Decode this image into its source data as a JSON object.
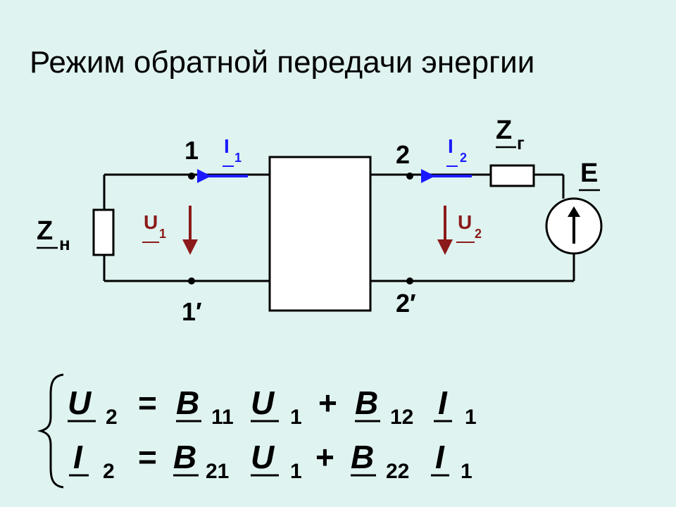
{
  "title": "Режим обратной передачи энергии",
  "colors": {
    "background": "#dff3f0",
    "wire": "#000000",
    "current_arrow": "#1a1aff",
    "voltage_arrow": "#8b1a1a"
  },
  "circuit": {
    "port1_top": "1",
    "port1_bottom": "1′",
    "port2_top": "2",
    "port2_bottom": "2′",
    "load_impedance": "Z",
    "load_impedance_sub": "н",
    "source_impedance": "Z",
    "source_impedance_sub": "г",
    "source_emf": "E",
    "current1": "I",
    "current1_sub": "1",
    "current2": "I",
    "current2_sub": "2",
    "voltage1": "U",
    "voltage1_sub": "1",
    "voltage2": "U",
    "voltage2_sub": "2"
  },
  "equations": {
    "row1": {
      "lhs": "U",
      "lhs_sub": "2",
      "eq": "=",
      "t1": "B",
      "t1_sub": "11",
      "t2": "U",
      "t2_sub": "1",
      "plus": "+",
      "t3": "B",
      "t3_sub": "12",
      "t4": "I",
      "t4_sub": "1"
    },
    "row2": {
      "lhs": "I",
      "lhs_sub": "2",
      "eq": "=",
      "t1": "B",
      "t1_sub": "21",
      "t2": "U",
      "t2_sub": "1",
      "plus": "+",
      "t3": "B",
      "t3_sub": "22",
      "t4": "I",
      "t4_sub": "1"
    }
  }
}
